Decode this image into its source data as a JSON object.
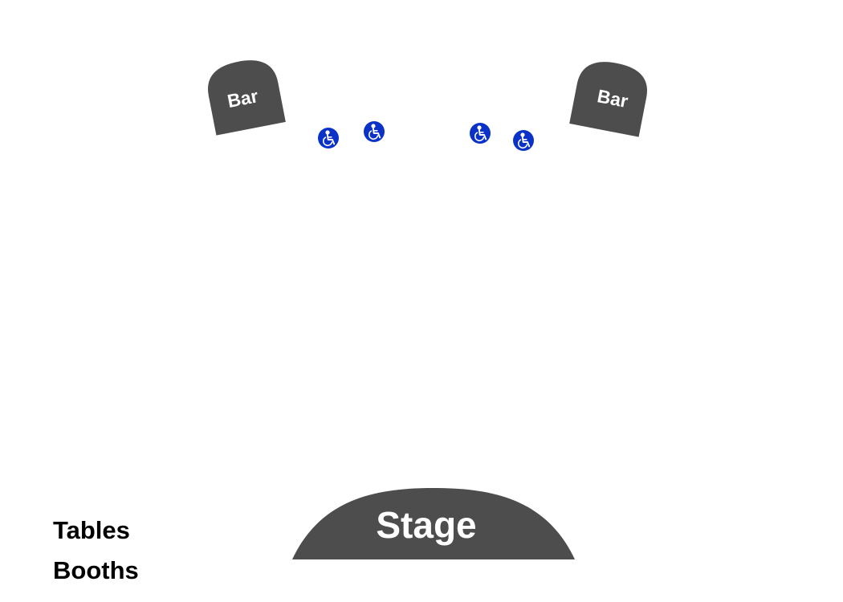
{
  "colors": {
    "background": "#ffffff",
    "fixture_fill": "#4d4d4d",
    "fixture_text": "#ffffff",
    "accessible_fill": "#0a32c8",
    "accessible_symbol": "#ffffff",
    "legend_text": "#000000"
  },
  "bars": [
    {
      "label": "Bar"
    },
    {
      "label": "Bar"
    }
  ],
  "accessible_seats": [
    {
      "icon": "wheelchair-icon"
    },
    {
      "icon": "wheelchair-icon"
    },
    {
      "icon": "wheelchair-icon"
    },
    {
      "icon": "wheelchair-icon"
    }
  ],
  "stage": {
    "label": "Stage"
  },
  "legend": {
    "items": [
      {
        "label": "Tables"
      },
      {
        "label": "Booths"
      }
    ]
  }
}
